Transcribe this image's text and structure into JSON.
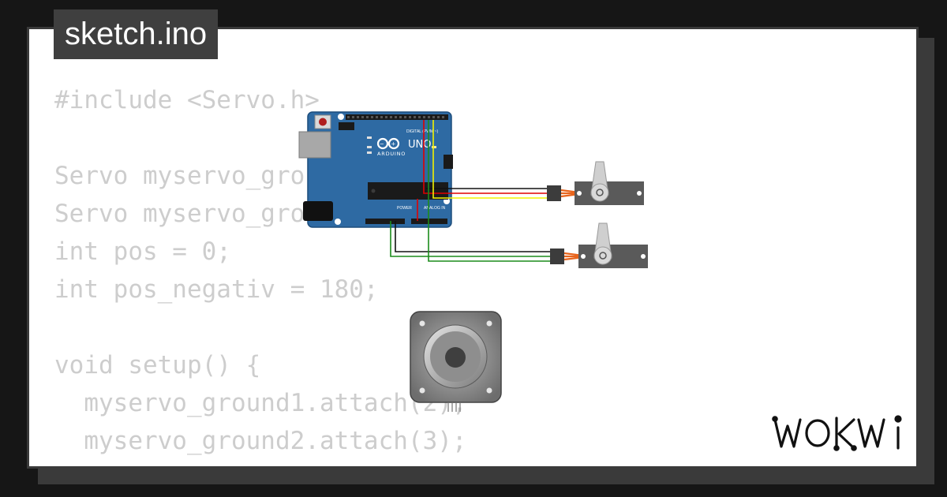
{
  "tab": {
    "filename": "sketch.ino"
  },
  "code_lines": [
    "#include <Servo.h>",
    "",
    "Servo myservo_gro",
    "Servo myservo_gro",
    "int pos = 0;",
    "int pos_negativ = 180;",
    "",
    "void setup() {",
    "  myservo_ground1.attach(2);",
    "  myservo_ground2.attach(3);"
  ],
  "board": {
    "model_label": "UNO",
    "brand_label": "ARDUINO",
    "digital_header_label": "DIGITAL (PWM ~)",
    "power_label": "POWER",
    "analog_label": "ANALOG IN"
  },
  "logo": {
    "text": "WOKWI"
  },
  "colors": {
    "background": "#161616",
    "card": "#ffffff",
    "frame": "#3a3a3a",
    "code_text": "#cdcdcd",
    "board_blue": "#2e6aa3",
    "wire_black": "#111111",
    "wire_red": "#e00000",
    "wire_yellow": "#f2f200",
    "wire_green": "#1c8c1c",
    "servo_body": "#5a5a5a",
    "stepper_body": "#8a8a8a"
  }
}
